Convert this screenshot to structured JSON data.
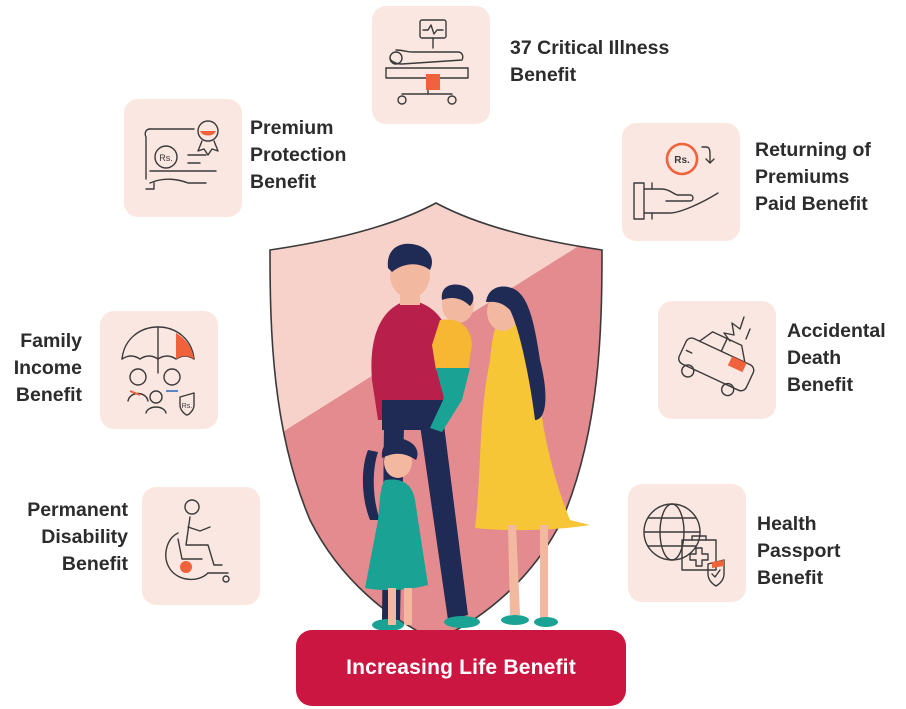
{
  "colors": {
    "tile_bg": "#fbe7e1",
    "icon_stroke": "#3a3a3a",
    "accent": "#f0623b",
    "cta": "#cc1642",
    "shield_light": "#f6d2cb",
    "shield_dark": "#e38b8e"
  },
  "benefits": [
    {
      "icon": "hospital-bed-icon",
      "lines": [
        "37 Critical Illness",
        "Benefit"
      ]
    },
    {
      "icon": "premium-protection-icon",
      "lines": [
        "Premium",
        "Protection",
        "Benefit"
      ]
    },
    {
      "icon": "returning-premium-icon",
      "lines": [
        "Returning of",
        "Premiums",
        "Paid Benefit"
      ]
    },
    {
      "icon": "family-umbrella-icon",
      "lines": [
        "Family",
        "Income",
        "Benefit"
      ]
    },
    {
      "icon": "car-crash-icon",
      "lines": [
        "Accidental",
        "Death",
        "Benefit"
      ]
    },
    {
      "icon": "wheelchair-icon",
      "lines": [
        "Permanent",
        "Disability",
        "Benefit"
      ]
    },
    {
      "icon": "globe-health-icon",
      "lines": [
        "Health",
        "Passport",
        "Benefit"
      ]
    }
  ],
  "cta": {
    "label": "Increasing Life Benefit"
  },
  "icon_text": {
    "currency": "Rs."
  }
}
